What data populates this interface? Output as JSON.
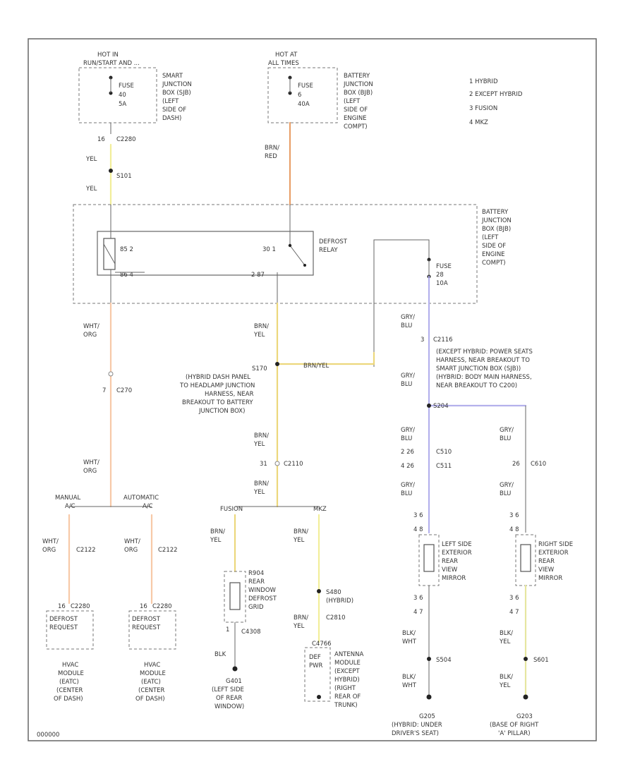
{
  "legend": [
    "1  HYBRID",
    "2  EXCEPT HYBRID",
    "3  FUSION",
    "4  MKZ"
  ],
  "sources": {
    "hot_run": [
      "HOT IN",
      "RUN/START AND ..."
    ],
    "hot_at": [
      "HOT AT",
      "ALL TIMES"
    ],
    "fuse_left": [
      "FUSE",
      "40",
      "5A"
    ],
    "fuse_mid": [
      "FUSE",
      "6",
      "40A"
    ],
    "sjb": [
      "SMART",
      "JUNCTION",
      "BOX (SJB)",
      "(LEFT",
      "SIDE OF",
      "DASH)"
    ],
    "bjb_top": [
      "BATTERY",
      "JUNCTION",
      "BOX (BJB)",
      "(LEFT",
      "SIDE OF",
      "ENGINE",
      "COMPT)"
    ],
    "conn_c2280": "C2280",
    "pin_c2280": "16",
    "yel1": "YEL",
    "splice_s101": "S101",
    "yel2": "YEL",
    "brn_red": [
      "BRN/",
      "RED"
    ]
  },
  "bjb": {
    "label": [
      "BATTERY",
      "JUNCTION",
      "BOX (BJB)",
      "(LEFT",
      "SIDE OF",
      "ENGINE",
      "COMPT)"
    ],
    "relay_label": [
      "DEFROST",
      "RELAY"
    ],
    "relay_pins": [
      "85  2",
      "30  1",
      "86  4",
      "2  87"
    ],
    "fuse_right": [
      "FUSE",
      "28",
      "10A"
    ]
  },
  "left_branch": {
    "wht_org": [
      "WHT/",
      "ORG"
    ],
    "c270": "C270",
    "c270_pin": "7",
    "wht_org2": [
      "WHT/",
      "ORG"
    ],
    "manual": [
      "MANUAL",
      "A/C"
    ],
    "automatic": [
      "AUTOMATIC",
      "A/C"
    ],
    "wire_a": [
      "WHT/",
      "ORG"
    ],
    "c2122_a": "C2122",
    "wire_b": [
      "WHT/",
      "ORG"
    ],
    "c2122_b": "C2122",
    "hvac_conn_a": "C2280",
    "hvac_conn_b": "C2280",
    "hvac_pin": "16",
    "defrost_req": [
      "DEFROST",
      "REQUEST"
    ],
    "module_a": [
      "HVAC",
      "MODULE",
      "(EATC)",
      "(CENTER",
      "OF DASH)"
    ],
    "module_b": [
      "HVAC",
      "MODULE",
      "(EATC)",
      "(CENTER",
      "OF DASH)"
    ]
  },
  "center_branch": {
    "brn_yel1": [
      "BRN/",
      "YEL"
    ],
    "s170": "S170",
    "s170_note": [
      "(HYBRID DASH PANEL",
      "TO HEADLAMP JUNCTION",
      "HARNESS, NEAR",
      "BREAKOUT TO BATTERY",
      "JUNCTION BOX)"
    ],
    "brn_yel_jump": "BRN/YEL",
    "brn_yel2": [
      "BRN/",
      "YEL"
    ],
    "c2110": "C2110",
    "c2110_pins": "31",
    "brn_yel3": [
      "BRN/",
      "YEL"
    ],
    "fusion": "FUSION",
    "mkz": "MKZ",
    "brn_yel_f": [
      "BRN/",
      "YEL"
    ],
    "brn_yel_m": [
      "BRN/",
      "YEL"
    ],
    "rear_window": [
      "R904",
      "REAR",
      "WINDOW",
      "DEFROST",
      "GRID"
    ],
    "c4308": "C4308",
    "c4308_pin": "1",
    "blk": "BLK",
    "g401": [
      "G401",
      "(LEFT SIDE",
      "OF REAR",
      "WINDOW)"
    ],
    "s480": [
      "S480",
      "(HYBRID)"
    ],
    "c2810": "C2810",
    "brn_yel_m2": [
      "BRN/",
      "YEL"
    ],
    "antenna_conn": "C4766",
    "def_pwr": [
      "DEF",
      "PWR"
    ],
    "antenna_module": [
      "ANTENNA",
      "MODULE",
      "(EXCEPT",
      "HYBRID)",
      "(RIGHT",
      "REAR OF",
      "TRUNK)"
    ]
  },
  "right_branch": {
    "gry_blu1": [
      "GRY/",
      "BLU"
    ],
    "c2116": "C2116",
    "c2116_pin": "3",
    "note": [
      "(EXCEPT HYBRID: POWER SEATS",
      "HARNESS, NEAR BREAKOUT TO",
      "SMART JUNCTION BOX (SJB))",
      "(HYBRID: BODY MAIN HARNESS,",
      "NEAR BREAKOUT TO C200)"
    ],
    "gry_blu2": [
      "GRY/",
      "BLU"
    ],
    "s204": "S204",
    "gry_blu_l": [
      "GRY/",
      "BLU"
    ],
    "c510_pins": [
      "2  26",
      "4  26"
    ],
    "c510": "C510",
    "c511": "C511",
    "gry_blu_l2": [
      "GRY/",
      "BLU"
    ],
    "gry_blu_r": [
      "GRY/",
      "BLU"
    ],
    "c610_pin": "26",
    "c610": "C610",
    "gry_blu_r2": [
      "GRY/",
      "BLU"
    ],
    "left_mirror_pins": [
      "3  6",
      "4  8",
      "3  6",
      "4  7"
    ],
    "left_mirror": [
      "LEFT SIDE",
      "EXTERIOR",
      "REAR",
      "VIEW",
      "MIRROR"
    ],
    "right_mirror_pins": [
      "3  6",
      "4  8",
      "3  6",
      "4  7"
    ],
    "right_mirror": [
      "RIGHT SIDE",
      "EXTERIOR",
      "REAR",
      "VIEW",
      "MIRROR"
    ],
    "blk_wht": [
      "BLK/",
      "WHT"
    ],
    "s504": "S504",
    "blk_wht2": [
      "BLK/",
      "WHT"
    ],
    "blk_yel": [
      "BLK/",
      "YEL"
    ],
    "s601": "S601",
    "blk_yel2": [
      "BLK/",
      "YEL"
    ],
    "g205": [
      "G205",
      "(HYBRID: UNDER",
      "DRIVER'S SEAT)"
    ],
    "g203": [
      "G203",
      "(BASE OF RIGHT",
      "'A' PILLAR)"
    ]
  },
  "footer_id": "000000",
  "colors": {
    "yellow": "#f2ee9a",
    "brown_red": "#e8a06a",
    "white_orange": "#f7c9a8",
    "brown_yellow": "#ecd77c",
    "gray_blue": "#b4b1ec",
    "black_yellow": "#e6e6a0",
    "frame": "#666666"
  }
}
